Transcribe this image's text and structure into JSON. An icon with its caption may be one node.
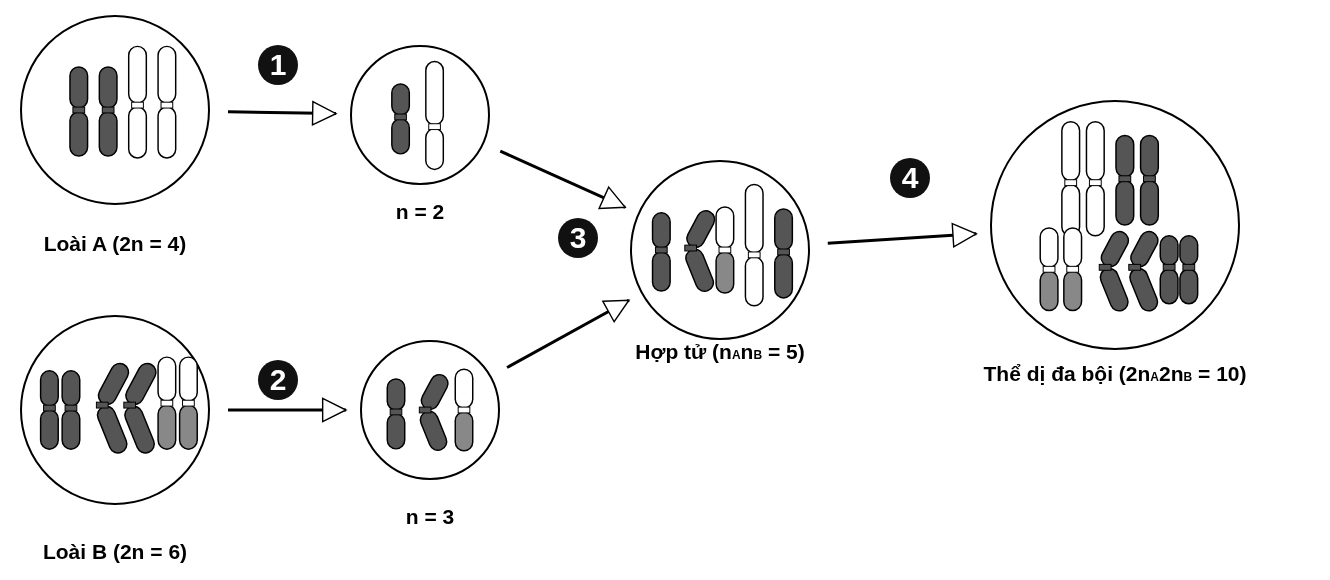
{
  "diagram": {
    "nodes": [
      {
        "text": [],
        "shape": "circle",
        "beside": [
          "Loài A (2n = 4)"
        ]
      },
      {
        "text": [],
        "shape": "circle",
        "beside": [
          "n = 2"
        ]
      },
      {
        "text": [],
        "shape": "circle",
        "beside": [
          "Loài B (2n = 6)"
        ]
      },
      {
        "text": [],
        "shape": "circle",
        "beside": [
          "n = 3"
        ]
      },
      {
        "text": [],
        "shape": "circle",
        "beside": [
          "Hợp tử (n$_{A}$n$_{B}$ = 5)"
        ]
      },
      {
        "text": [],
        "shape": "circle",
        "beside": [
          "Thể dị đa bội (2n$_{A}$2n$_{B}$ = 10)"
        ]
      }
    ],
    "edges": [
      {
        "from": 0,
        "to": 1,
        "arrow": "to",
        "label": "1"
      },
      {
        "from": 2,
        "to": 3,
        "arrow": "to",
        "label": "2"
      },
      {
        "from": 1,
        "to": 4,
        "arrow": "to"
      },
      {
        "from": 3,
        "to": 4,
        "arrow": "to"
      },
      {
        "from": 4,
        "to": 5,
        "arrow": "to",
        "label": "4"
      }
    ],
    "labels": [
      "3"
    ]
  }
}
